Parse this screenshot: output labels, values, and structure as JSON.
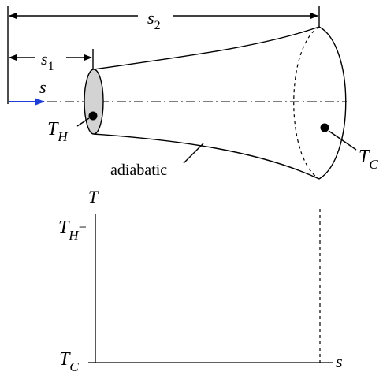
{
  "labels": {
    "s2": "s",
    "s2_sub": "2",
    "s1": "s",
    "s1_sub": "1",
    "s_axis_top": "s",
    "TH": "T",
    "TH_sub": "H",
    "TC": "T",
    "TC_sub": "C",
    "adiabatic": "adiabatic",
    "T_axis": "T",
    "TH_tick": "T",
    "TH_tick_sub": "H",
    "TH_tick_dash": "−",
    "TC_tick": "T",
    "TC_tick_sub": "C",
    "s_axis_bottom": "s"
  },
  "colors": {
    "line": "#000000",
    "hot_end_fill": "#d3d3d3",
    "s_arrow": "#1f3fd6"
  }
}
